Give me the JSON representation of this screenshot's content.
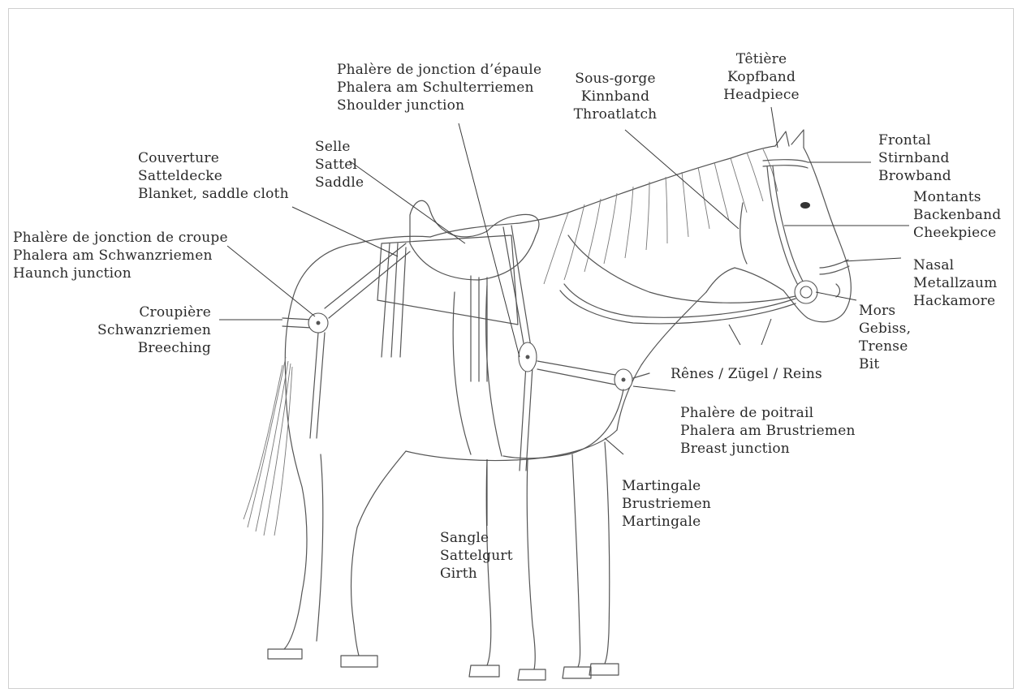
{
  "labels": {
    "shoulder_junction": [
      "Phalère de jonction d’épaule",
      "Phalera am Schulterriemen",
      "Shoulder junction"
    ],
    "throatlatch": [
      "Sous-gorge",
      "Kinnband",
      "Throatlatch"
    ],
    "headpiece": [
      "Têtière",
      "Kopfband",
      "Headpiece"
    ],
    "browband": [
      "Frontal",
      "Stirnband",
      "Browband"
    ],
    "saddle": [
      "Selle",
      "Sattel",
      "Saddle"
    ],
    "blanket": [
      "Couverture",
      "Satteldecke",
      "Blanket, saddle cloth"
    ],
    "cheekpiece": [
      "Montants",
      "Backenband",
      "Cheekpiece"
    ],
    "haunch_junction": [
      "Phalère de jonction de croupe",
      "Phalera am Schwanzriemen",
      "Haunch junction"
    ],
    "hackamore": [
      "Nasal",
      "Metallzaum",
      "Hackamore"
    ],
    "breeching": [
      "Croupière",
      "Schwanzriemen",
      "Breeching"
    ],
    "bit": [
      "Mors",
      "Gebiss,",
      "Trense",
      "Bit"
    ],
    "reins": [
      "Rênes / Zügel / Reins"
    ],
    "breast_junction": [
      "Phalère de poitrail",
      "Phalera am Brustriemen",
      "Breast junction"
    ],
    "martingale": [
      "Martingale",
      "Brustriemen",
      "Martingale"
    ],
    "girth": [
      "Sangle",
      "Sattelgurt",
      "Girth"
    ]
  }
}
